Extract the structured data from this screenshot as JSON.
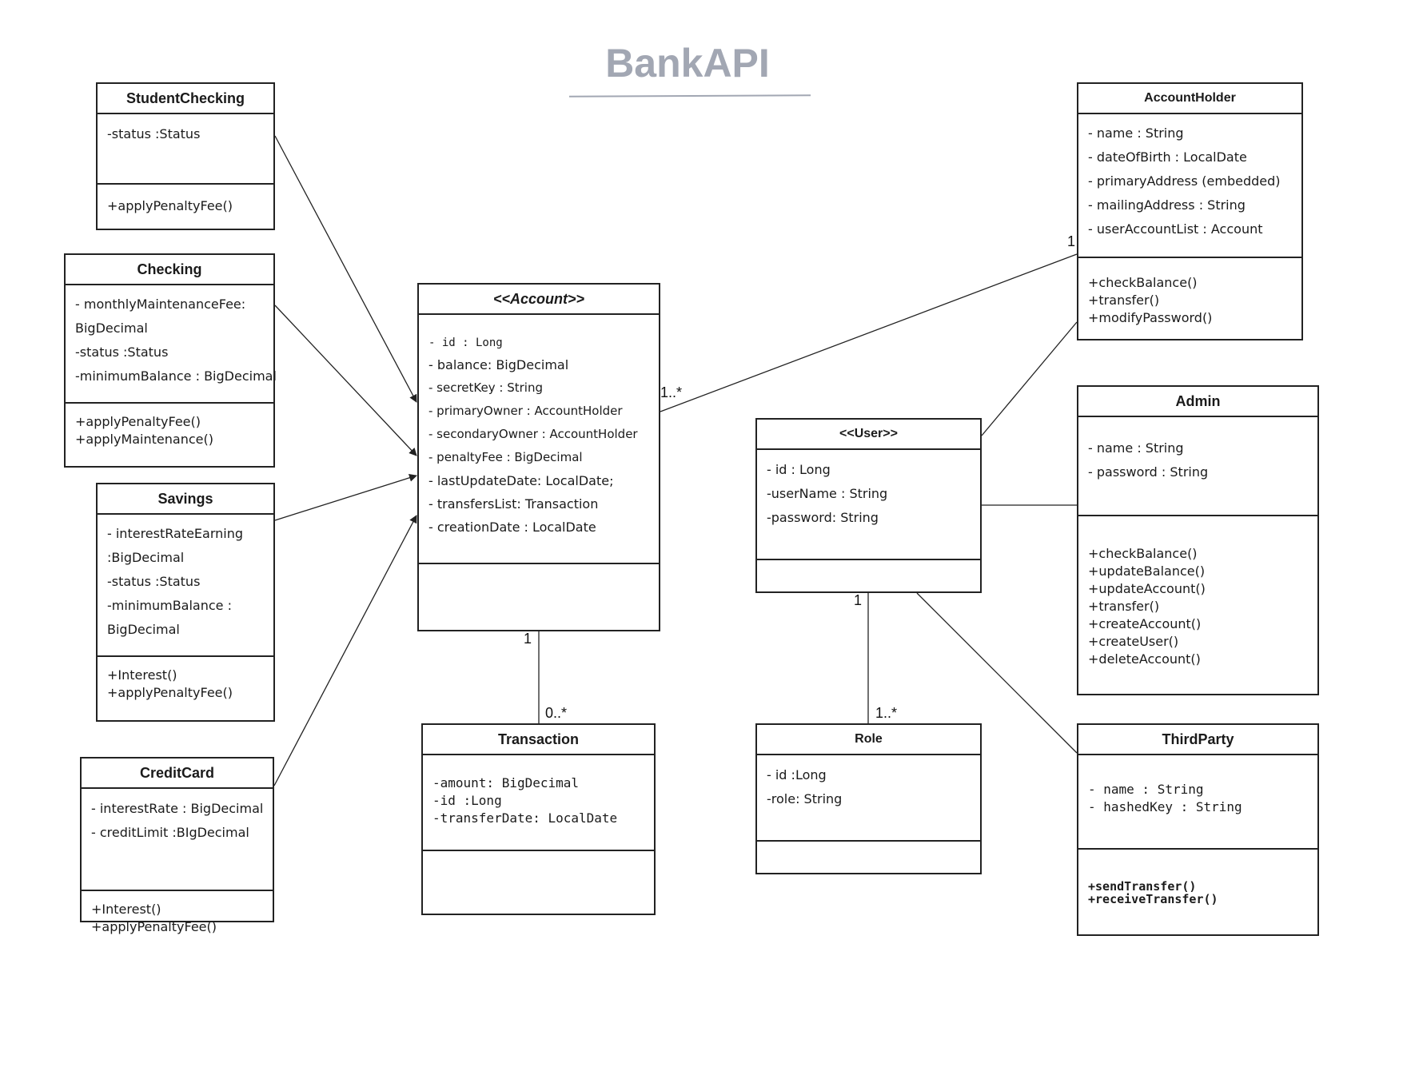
{
  "title": "BankAPI",
  "classes": {
    "student_checking": {
      "name": "StudentChecking",
      "attributes": [
        "-status :Status"
      ],
      "operations": [
        "+applyPenaltyFee()"
      ]
    },
    "checking": {
      "name": "Checking",
      "attributes": [
        "- monthlyMaintenanceFee:",
        "BigDecimal",
        "-status :Status",
        "-minimumBalance : BigDecimal"
      ],
      "operations": [
        "+applyPenaltyFee()",
        "+applyMaintenance()"
      ]
    },
    "savings": {
      "name": "Savings",
      "attributes": [
        "-   interestRateEarning",
        ":BigDecimal",
        "-status :Status",
        "-minimumBalance :",
        "BigDecimal"
      ],
      "operations": [
        "+Interest()",
        "+applyPenaltyFee()"
      ]
    },
    "credit_card": {
      "name": "CreditCard",
      "attributes": [
        "-   interestRate : BigDecimal",
        "- creditLimit :BIgDecimal"
      ],
      "operations": [
        "+Interest()",
        "+applyPenaltyFee()"
      ]
    },
    "account": {
      "name": "<<Account>>",
      "attributes": [
        "- id : Long",
        "-  balance: BigDecimal",
        "-  secretKey : String",
        "-  primaryOwner : AccountHolder",
        "-  secondaryOwner : AccountHolder",
        "-  penaltyFee : BigDecimal",
        "-  lastUpdateDate: LocalDate;",
        "- transfersList: Transaction",
        "- creationDate : LocalDate"
      ],
      "operations": []
    },
    "transaction": {
      "name": "Transaction",
      "attributes": [
        "-amount: BigDecimal",
        "-id :Long",
        "-transferDate: LocalDate"
      ],
      "operations": []
    },
    "user": {
      "name": "<<User>>",
      "attributes": [
        "- id : Long",
        "-userName : String",
        "-password: String"
      ],
      "operations": []
    },
    "role": {
      "name": "Role",
      "attributes": [
        "- id :Long",
        "-role: String"
      ],
      "operations": []
    },
    "account_holder": {
      "name": "AccountHolder",
      "attributes": [
        "- name : String",
        "- dateOfBirth : LocalDate",
        "- primaryAddress (embedded)",
        "- mailingAddress : String",
        "- userAccountList : Account"
      ],
      "operations": [
        "+checkBalance()",
        "+transfer()",
        "+modifyPassword()"
      ]
    },
    "admin": {
      "name": "Admin",
      "attributes": [
        "- name : String",
        "- password : String"
      ],
      "operations": [
        "+checkBalance()",
        "+updateBalance()",
        "+updateAccount()",
        "+transfer()",
        "+createAccount()",
        "+createUser()",
        "+deleteAccount()"
      ]
    },
    "third_party": {
      "name": "ThirdParty",
      "attributes": [
        "-  name : String",
        "-  hashedKey : String"
      ],
      "operations": [
        "+sendTransfer()",
        "+receiveTransfer()"
      ]
    }
  },
  "multiplicities": {
    "account_holder_end": "1",
    "account_to_holder": "1..*",
    "account_bottom": "1",
    "transaction_top": "0..*",
    "user_bottom": "1",
    "role_top": "1..*"
  }
}
